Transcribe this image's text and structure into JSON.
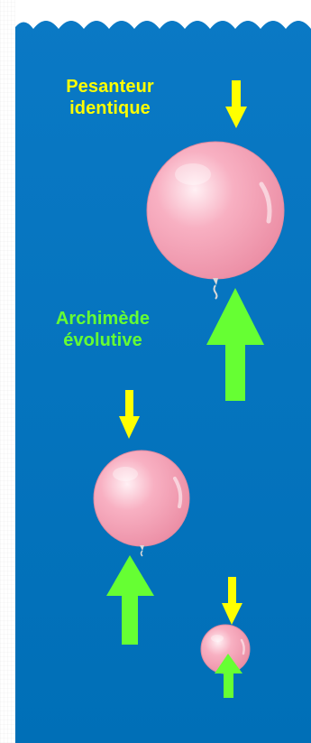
{
  "labels": {
    "weight_line1": "Pesanteur",
    "weight_line2": "identique",
    "buoyancy_line1": "Archimède",
    "buoyancy_line2": "évolutive"
  },
  "colors": {
    "water": "#0077c0",
    "foam": "#ffffff",
    "weight_arrow": "#ffff00",
    "buoyancy_arrow": "#66ff33",
    "balloon": "#f7a8bc",
    "balloon_shadow": "#e48aa2",
    "page_background": "#ffffff"
  },
  "icons": {
    "weight_arrow": "down-arrow-icon",
    "buoyancy_arrow": "up-arrow-icon",
    "balloon": "balloon-icon"
  }
}
